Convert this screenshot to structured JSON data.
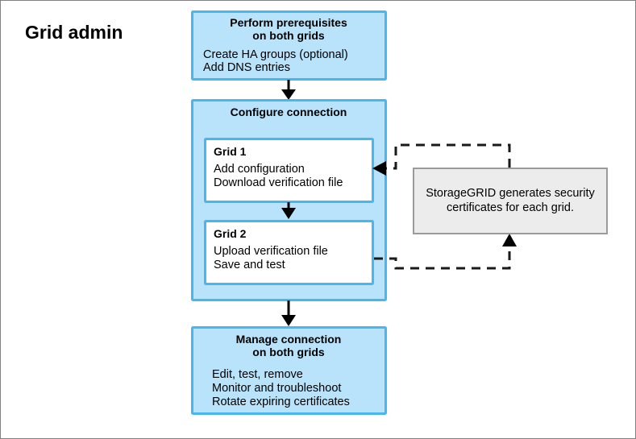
{
  "diagram": {
    "title": "Grid admin",
    "colors": {
      "box_fill": "#b9e3fb",
      "box_border": "#48b6ef",
      "inner_box_fill": "#ffffff",
      "note_fill": "#ececec",
      "note_border": "#9b9b9b",
      "connector": "#000000",
      "page_border": "#808080"
    },
    "nodes": {
      "prerequisites": {
        "heading_line1": "Perform prerequisites",
        "heading_line2": "on both grids",
        "body_line1": "Create HA groups (optional)",
        "body_line2": "Add DNS entries"
      },
      "configure": {
        "heading": "Configure connection",
        "grid1": {
          "heading": "Grid 1",
          "body_line1": "Add configuration",
          "body_line2": "Download verification file"
        },
        "grid2": {
          "heading": "Grid 2",
          "body_line1": "Upload verification file",
          "body_line2": "Save and test"
        }
      },
      "manage": {
        "heading_line1": "Manage connection",
        "heading_line2": "on both grids",
        "body_line1": "Edit, test, remove",
        "body_line2": "Monitor and troubleshoot",
        "body_line3": "Rotate expiring certificates"
      },
      "note": {
        "line1": "StorageGRID generates security",
        "line2": "certificates for each grid."
      }
    }
  }
}
